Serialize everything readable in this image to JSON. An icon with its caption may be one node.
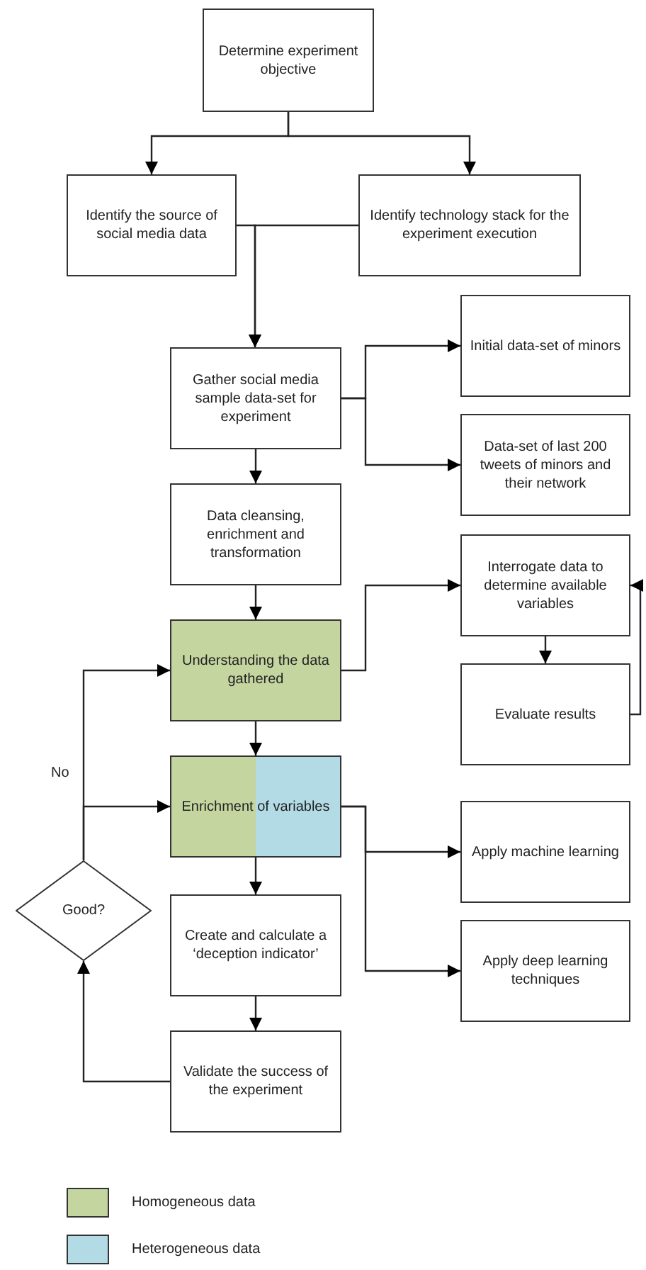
{
  "diagram": {
    "nodes": [
      {
        "text": [
          "Determine experiment objective"
        ]
      },
      {
        "text": [
          "Identify the source of social media data"
        ]
      },
      {
        "text": [
          "Identify technology stack for the experiment execution"
        ]
      },
      {
        "text": [
          "Gather social media sample data-set for experiment"
        ]
      },
      {
        "text": [
          "Initial data-set of minors"
        ]
      },
      {
        "text": [
          "Data-set of last 200 tweets of minors and their network"
        ]
      },
      {
        "text": [
          "Data cleansing, enrichment and transformation"
        ]
      },
      {
        "text": [
          "Understanding the data gathered"
        ]
      },
      {
        "text": [
          "Interrogate data to determine available variables"
        ]
      },
      {
        "text": [
          "Evaluate results"
        ]
      },
      {
        "text": [
          "Enrichment of variables"
        ]
      },
      {
        "text": [
          "Apply machine learning"
        ]
      },
      {
        "text": [
          "Apply deep learning techniques"
        ]
      },
      {
        "text": [
          "Create and calculate a ‘deception indicator’"
        ]
      },
      {
        "text": [
          "Validate the success of the experiment"
        ]
      },
      {
        "text": [
          "Good?"
        ]
      }
    ],
    "edges": [
      {
        "from": 0,
        "to": 1,
        "arrow": "to"
      },
      {
        "from": 0,
        "to": 2,
        "arrow": "to"
      },
      {
        "from": 1,
        "to": 3,
        "arrow": "to"
      },
      {
        "from": 2,
        "to": 3,
        "arrow": "to"
      },
      {
        "from": 3,
        "to": 4,
        "arrow": "to"
      },
      {
        "from": 3,
        "to": 5,
        "arrow": "to"
      },
      {
        "from": 3,
        "to": 6,
        "arrow": "to"
      },
      {
        "from": 6,
        "to": 7,
        "arrow": "to"
      },
      {
        "from": 7,
        "to": 8,
        "arrow": "to"
      },
      {
        "from": 8,
        "to": 9,
        "arrow": "to"
      },
      {
        "from": 9,
        "to": 8,
        "arrow": "to"
      },
      {
        "from": 7,
        "to": 10,
        "arrow": "to"
      },
      {
        "from": 10,
        "to": 11,
        "arrow": "to"
      },
      {
        "from": 10,
        "to": 12,
        "arrow": "to"
      },
      {
        "from": 10,
        "to": 13,
        "arrow": "to"
      },
      {
        "from": 13,
        "to": 14,
        "arrow": "to"
      },
      {
        "from": 14,
        "to": 15,
        "arrow": "to"
      },
      {
        "from": 15,
        "to": 7,
        "arrow": "to",
        "label": "No"
      },
      {
        "from": 15,
        "to": 10,
        "arrow": "to"
      }
    ],
    "legend": [
      {
        "text": "Homogeneous data",
        "color": "#c4d5a0"
      },
      {
        "text": "Heterogeneous data",
        "color": "#b3dbe6"
      }
    ]
  }
}
